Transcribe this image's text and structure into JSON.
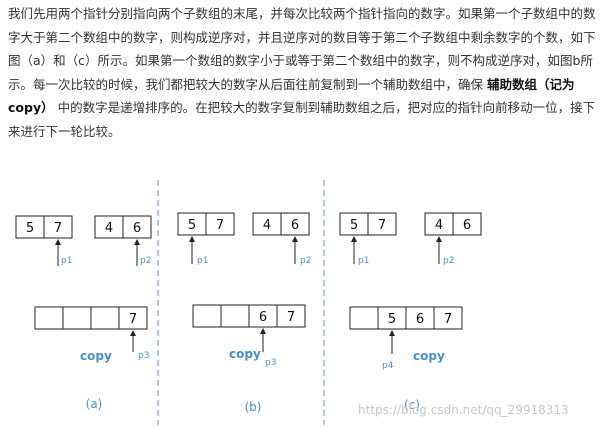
{
  "paragraph": {
    "before": "我们先用两个指针分别指向两个子数组的末尾，并每次比较两个指针指向的数字。如果第一个子数组中的数字大于第二个数组中的数字，则构成逆序对，并且逆序对的数目等于第二个子数组中剩余数字的个数，如下图（a）和（c）所示。如果第一个数组的数字小于或等于第二个数组中的数字，则不构成逆序对，如图b所示。每一次比较的时候，我们都把较大的数字从后面往前复制到一个辅助数组中，确保",
    "bold": "辅助数组（记为copy）",
    "after": "中的数字是递增排序的。在把较大的数字复制到辅助数组之后，把对应的指针向前移动一位，接下来进行下一轮比较。"
  },
  "figure": {
    "panels": [
      {
        "caption": "(a)",
        "arr1": [
          "5",
          "7"
        ],
        "arr2": [
          "4",
          "6"
        ],
        "copy": [
          "",
          "",
          "",
          "7"
        ],
        "p1": "p1",
        "p2": "p2",
        "p3": "p3",
        "copy_label": "copy"
      },
      {
        "caption": "(b)",
        "arr1": [
          "5",
          "7"
        ],
        "arr2": [
          "4",
          "6"
        ],
        "copy": [
          "",
          "",
          "6",
          "7"
        ],
        "p1": "p1",
        "p2": "p2",
        "p3": "p3",
        "copy_label": "copy"
      },
      {
        "caption": "(c)",
        "arr1": [
          "5",
          "7"
        ],
        "arr2": [
          "4",
          "6"
        ],
        "copy": [
          "",
          "5",
          "6",
          "7"
        ],
        "p1": "p1",
        "p2": "p2",
        "p4": "p4",
        "copy_label": "copy"
      }
    ],
    "watermark": "https://blog.csdn.net/qq_29918313"
  }
}
